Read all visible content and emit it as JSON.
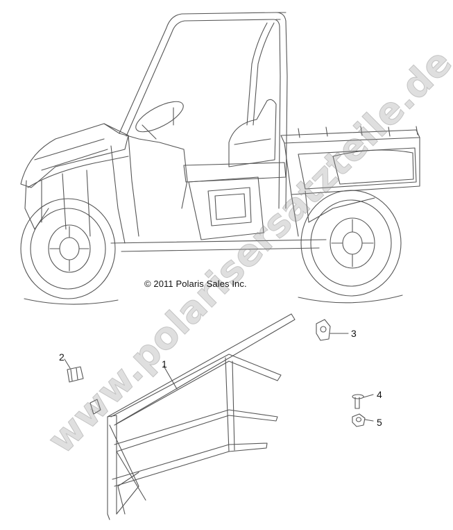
{
  "copyright": "© 2011 Polaris Sales Inc.",
  "callouts": [
    {
      "id": "1",
      "label": "1"
    },
    {
      "id": "2",
      "label": "2"
    },
    {
      "id": "3",
      "label": "3"
    },
    {
      "id": "4",
      "label": "4"
    },
    {
      "id": "5",
      "label": "5"
    }
  ],
  "watermark": "www.polarisersatzteile.de",
  "colors": {
    "line": "#555555",
    "watermark": "#9a9a9a",
    "text": "#111111"
  }
}
